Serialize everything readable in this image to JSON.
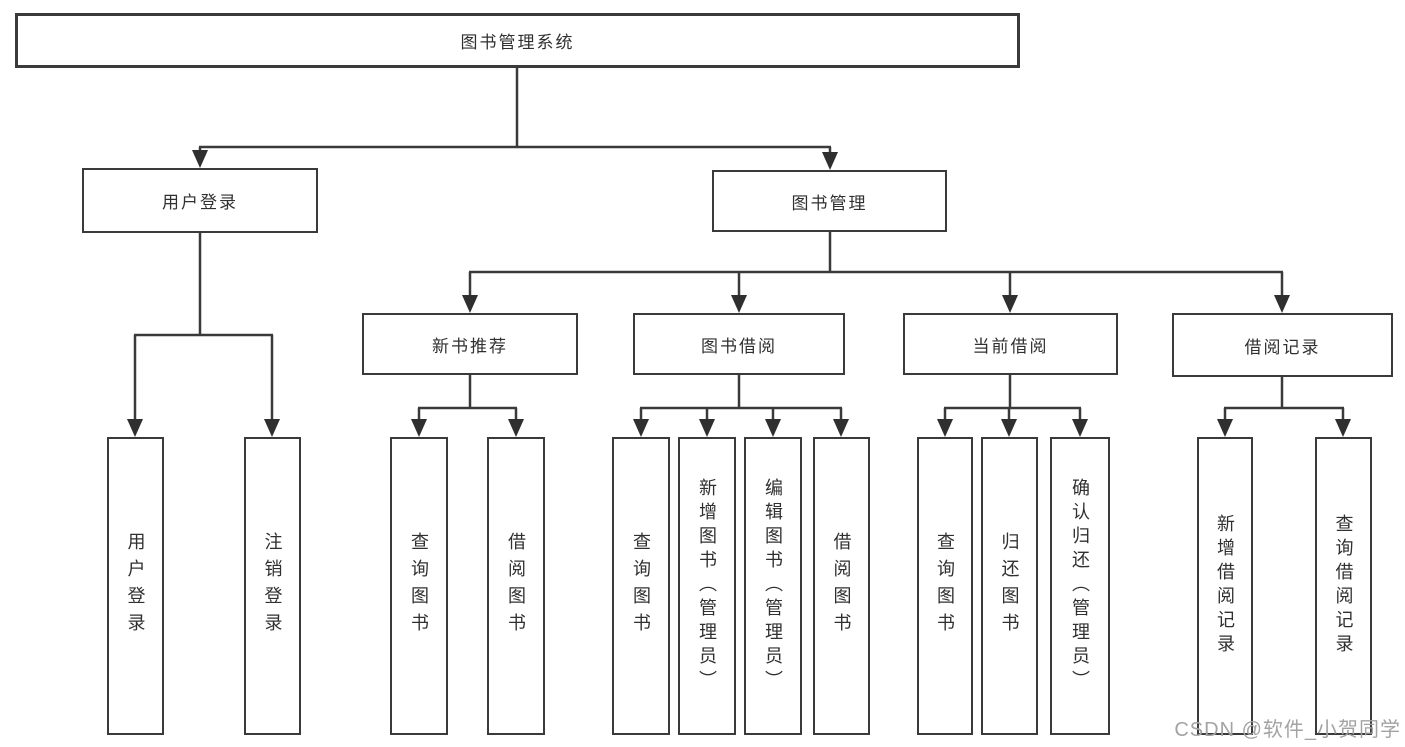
{
  "tree": {
    "root": "图书管理系统",
    "branches": [
      {
        "label": "用户登录",
        "children": [
          {
            "label": "用户登录"
          },
          {
            "label": "注销登录"
          }
        ]
      },
      {
        "label": "图书管理",
        "children": [
          {
            "label": "新书推荐",
            "children": [
              {
                "label": "查询图书"
              },
              {
                "label": "借阅图书"
              }
            ]
          },
          {
            "label": "图书借阅",
            "children": [
              {
                "label": "查询图书"
              },
              {
                "label": "新增图书（管理员）"
              },
              {
                "label": "编辑图书（管理员）"
              },
              {
                "label": "借阅图书"
              }
            ]
          },
          {
            "label": "当前借阅",
            "children": [
              {
                "label": "查询图书"
              },
              {
                "label": "归还图书"
              },
              {
                "label": "确认归还（管理员）"
              }
            ]
          },
          {
            "label": "借阅记录",
            "children": [
              {
                "label": "新增借阅记录"
              },
              {
                "label": "查询借阅记录"
              }
            ]
          }
        ]
      }
    ]
  },
  "watermark": {
    "text": "CSDN @软件_小贺同学"
  },
  "colors": {
    "line": "#3a3a3a",
    "box_border": "#3a3a3a",
    "text": "#303030",
    "watermark": "#a3a3a3",
    "background": "#ffffff"
  }
}
